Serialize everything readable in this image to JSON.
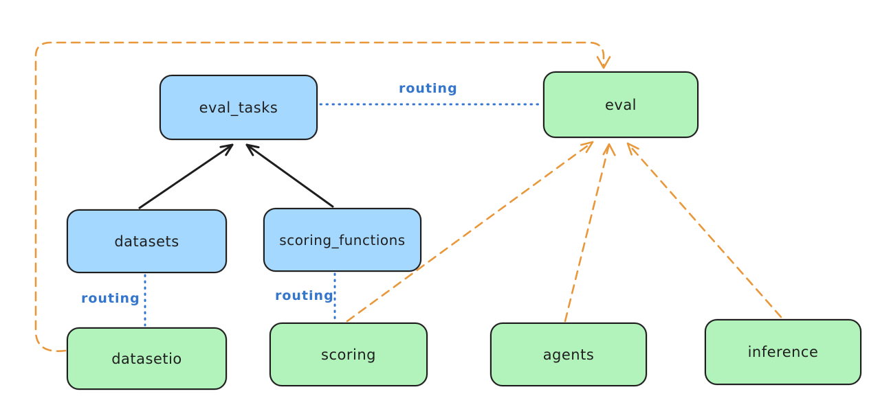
{
  "diagram": {
    "title": "",
    "nodes": {
      "eval_tasks": {
        "label": "eval_tasks",
        "kind": "resource",
        "fill": "#a5d8ff"
      },
      "datasets": {
        "label": "datasets",
        "kind": "resource",
        "fill": "#a5d8ff"
      },
      "scoring_functions": {
        "label": "scoring_functions",
        "kind": "resource",
        "fill": "#a5d8ff"
      },
      "eval": {
        "label": "eval",
        "kind": "api",
        "fill": "#b2f2bb"
      },
      "datasetio": {
        "label": "datasetio",
        "kind": "api",
        "fill": "#b2f2bb"
      },
      "scoring": {
        "label": "scoring",
        "kind": "api",
        "fill": "#b2f2bb"
      },
      "agents": {
        "label": "agents",
        "kind": "api",
        "fill": "#b2f2bb"
      },
      "inference": {
        "label": "inference",
        "kind": "api",
        "fill": "#b2f2bb"
      }
    },
    "edge_labels": {
      "top": "routing",
      "left": "routing",
      "mid": "routing"
    },
    "edges": [
      {
        "from": "datasets",
        "to": "eval_tasks",
        "style": "solid-arrow",
        "color": "black"
      },
      {
        "from": "scoring_functions",
        "to": "eval_tasks",
        "style": "solid-arrow",
        "color": "black"
      },
      {
        "from": "eval_tasks",
        "to": "eval",
        "style": "dotted",
        "color": "blue",
        "label": "routing"
      },
      {
        "from": "datasets",
        "to": "datasetio",
        "style": "dotted",
        "color": "blue",
        "label": "routing"
      },
      {
        "from": "scoring_functions",
        "to": "scoring",
        "style": "dotted",
        "color": "blue",
        "label": "routing"
      },
      {
        "from": "datasetio",
        "to": "eval",
        "style": "dashed-arrow",
        "color": "orange",
        "route": "around-left-and-top"
      },
      {
        "from": "scoring",
        "to": "eval",
        "style": "dashed-arrow",
        "color": "orange"
      },
      {
        "from": "agents",
        "to": "eval",
        "style": "dashed-arrow",
        "color": "orange"
      },
      {
        "from": "inference",
        "to": "eval",
        "style": "dashed-arrow",
        "color": "orange"
      }
    ],
    "colors": {
      "canvas_bg": "#ffffff",
      "blue_fill": "#a5d8ff",
      "green_fill": "#b2f2bb",
      "node_stroke": "#1e1e1e",
      "node_text": "#1e1e1e",
      "arrow_black": "#1e1e1e",
      "arrow_orange": "#e8983a",
      "routing_blue": "#3576cd"
    }
  }
}
